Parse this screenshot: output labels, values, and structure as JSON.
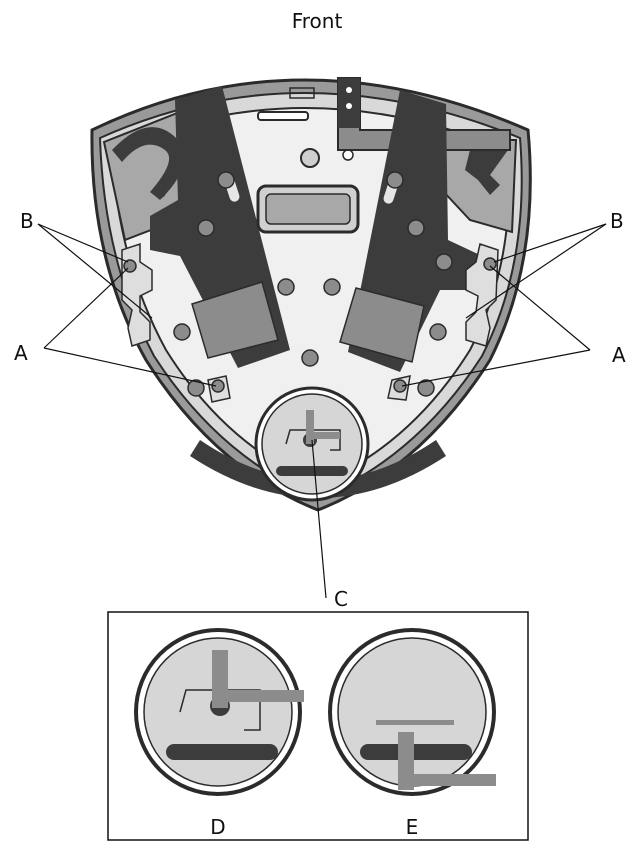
{
  "title": "Front",
  "labels": {
    "a_left": "A",
    "a_right": "A",
    "b_left": "B",
    "b_right": "B",
    "c": "C",
    "d": "D",
    "e": "E"
  },
  "colors": {
    "outline": "#2b2b2b",
    "dark_part": "#3c3c3c",
    "mid_gray": "#8c8c8c",
    "light_gray": "#c8c8c8",
    "panel": "#ececec",
    "shell": "#9a9a9a"
  }
}
